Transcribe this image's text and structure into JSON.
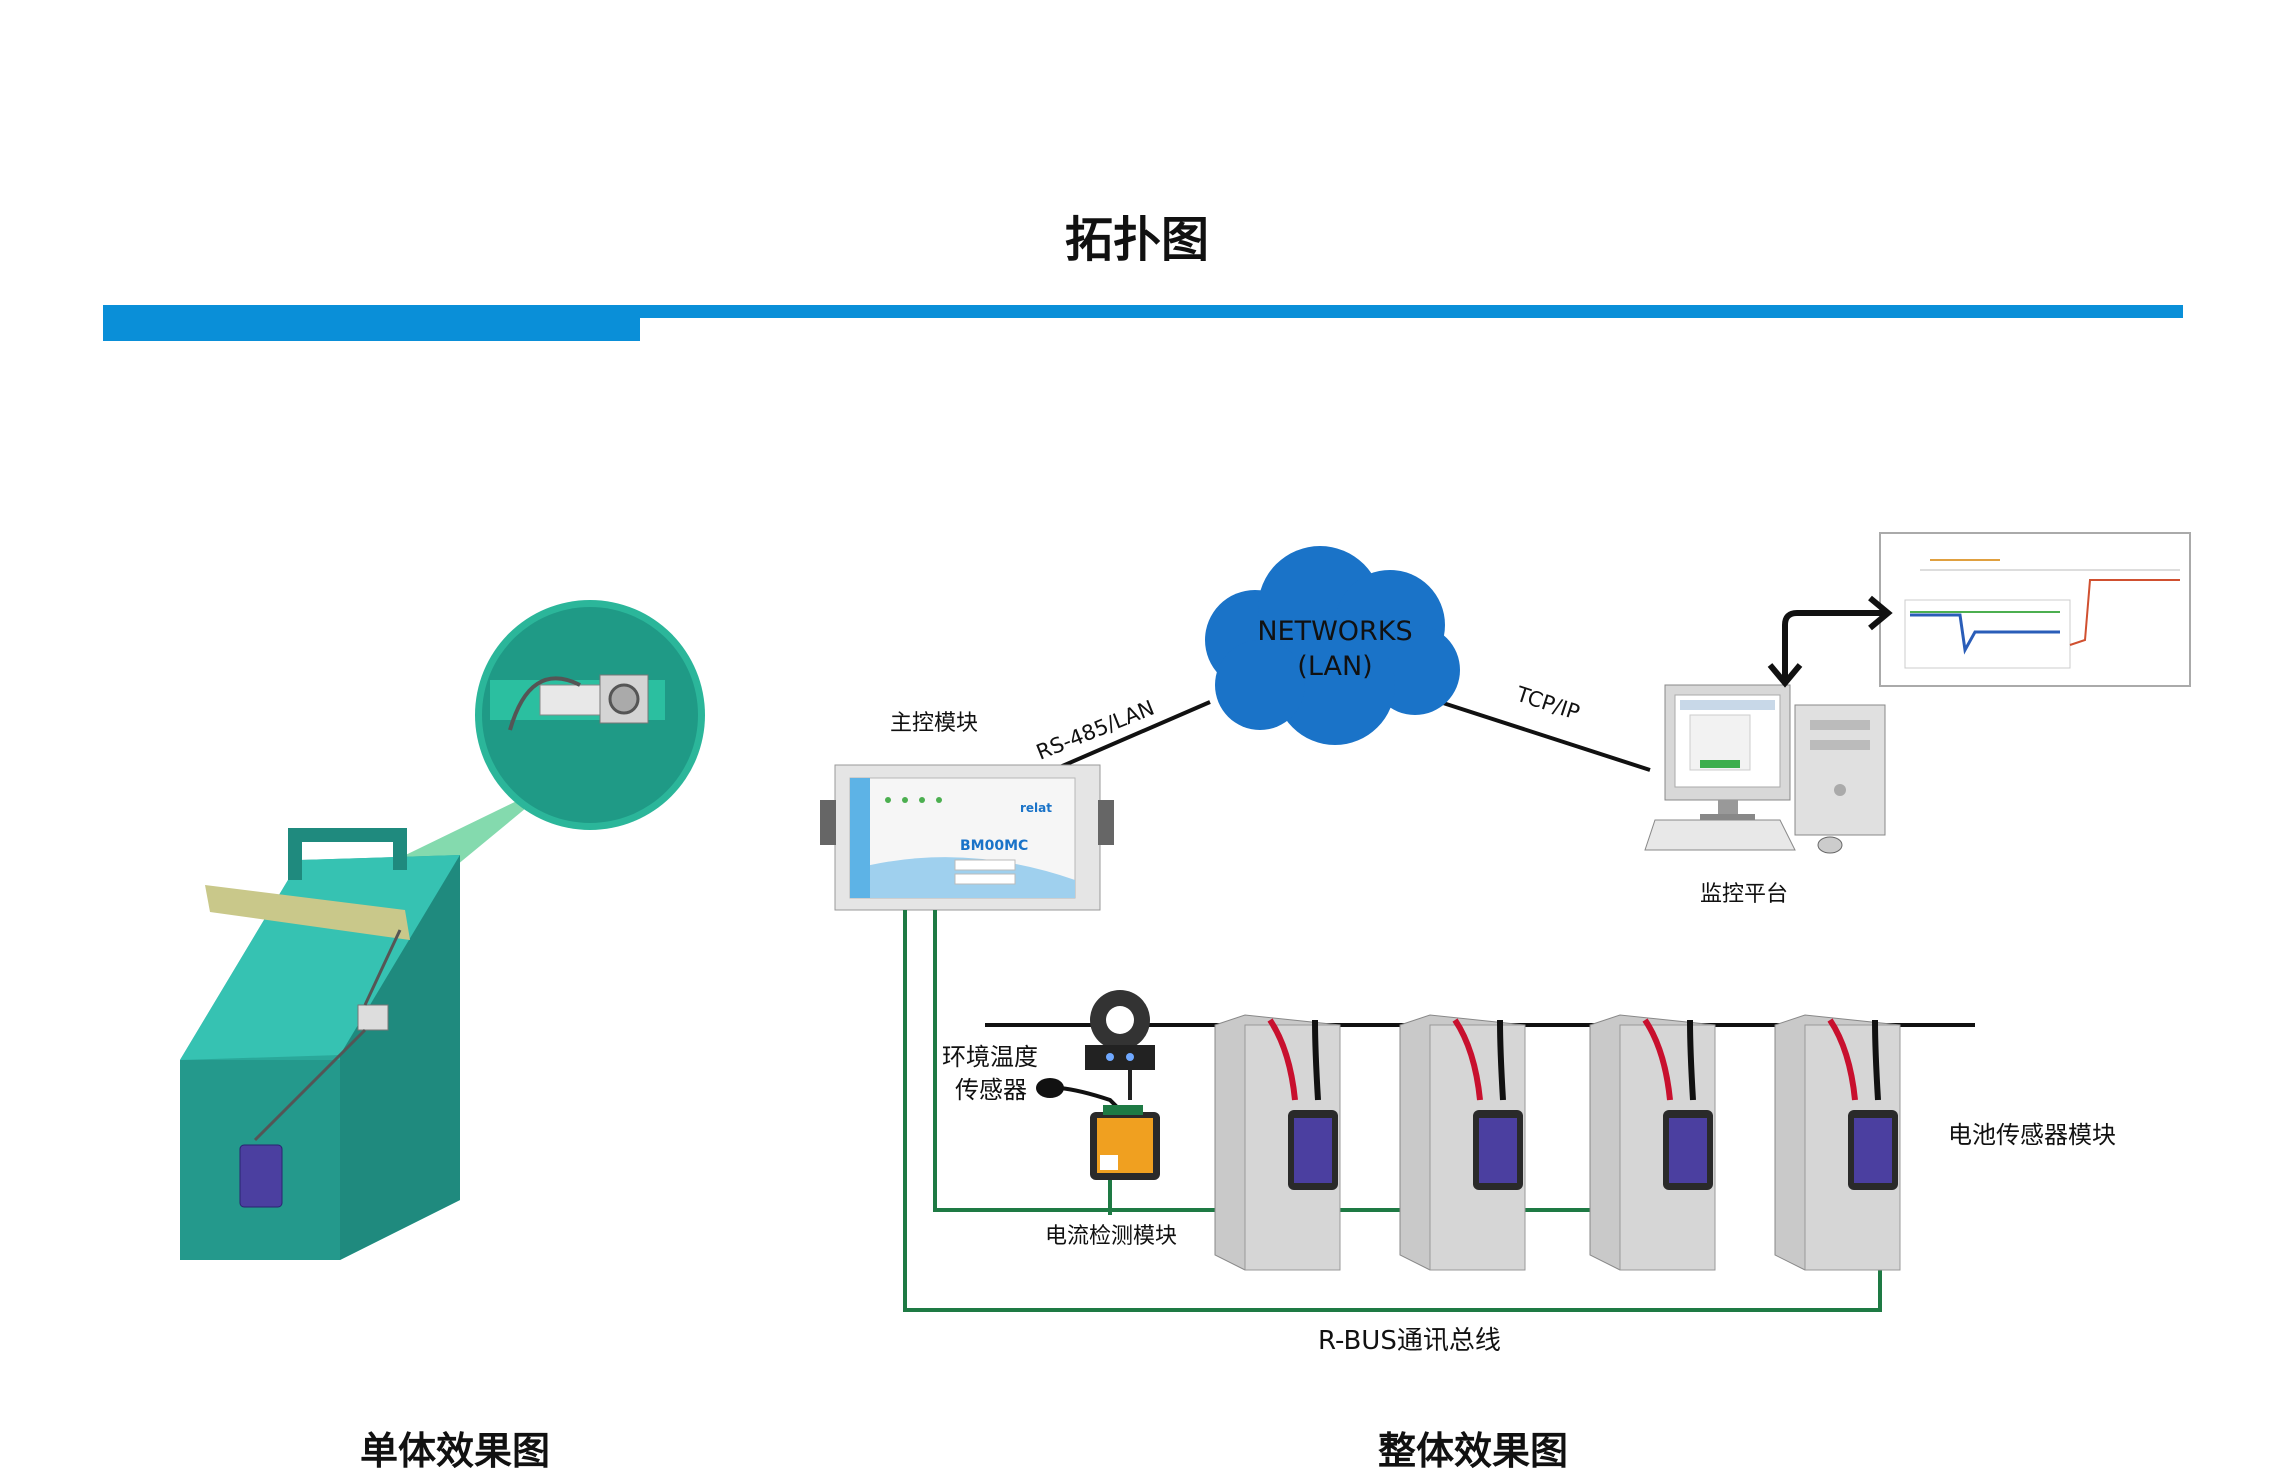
{
  "title": "拓扑图",
  "colors": {
    "accent": "#0a8fd8",
    "bus": "#1e7a44",
    "cloud": "#1a73c8",
    "battery": "#c9c9c9",
    "teal": "#2aa89a"
  },
  "labels": {
    "master_module": "主控模块",
    "rs485": "RS-485/LAN",
    "network_line1": "NETWORKS",
    "network_line2": "(LAN)",
    "tcpip": "TCP/IP",
    "monitor_platform": "监控平台",
    "env_temp_sensor_line1": "环境温度",
    "env_temp_sensor_line2": "传感器",
    "current_module": "电流检测模块",
    "battery_sensor_module": "电池传感器模块",
    "rbus": "R-BUS通讯总线",
    "device_model": "BM00MC",
    "device_brand": "relat"
  },
  "captions": {
    "single": "单体效果图",
    "whole": "整体效果图"
  }
}
